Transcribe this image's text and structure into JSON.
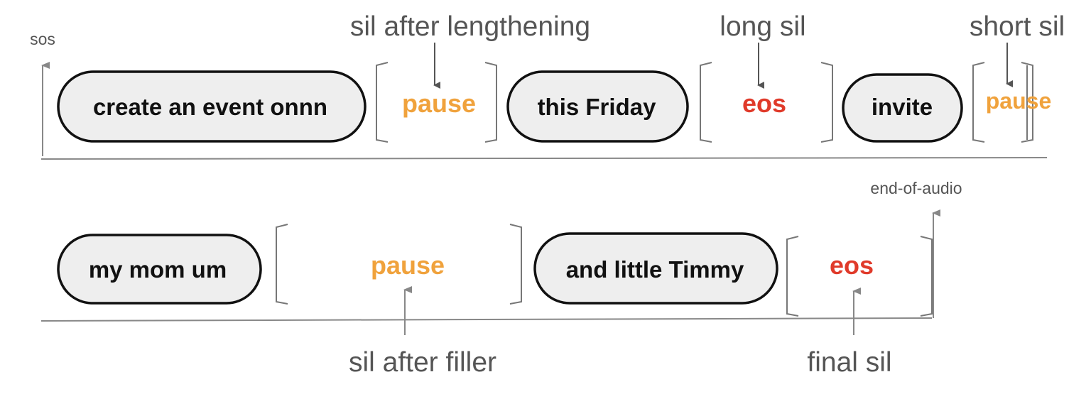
{
  "colors": {
    "pause": "#f0a23c",
    "eos": "#e03a2a",
    "pill_fill": "#eeeeee",
    "annotation": "#555555"
  },
  "labels": {
    "sos": "sos",
    "end_of_audio": "end-of-audio"
  },
  "row1": {
    "segments": [
      {
        "kind": "speech",
        "text": "create an event onnn"
      },
      {
        "kind": "silence",
        "token": "pause",
        "annotation": "sil after lengthening"
      },
      {
        "kind": "speech",
        "text": "this Friday"
      },
      {
        "kind": "silence",
        "token": "eos",
        "annotation": "long sil"
      },
      {
        "kind": "speech",
        "text": "invite"
      },
      {
        "kind": "silence",
        "token": "pause",
        "annotation": "short sil"
      }
    ]
  },
  "row2": {
    "segments": [
      {
        "kind": "speech",
        "text": "my mom um"
      },
      {
        "kind": "silence",
        "token": "pause",
        "annotation": "sil after filler"
      },
      {
        "kind": "speech",
        "text": "and little Timmy"
      },
      {
        "kind": "silence",
        "token": "eos",
        "annotation": "final sil"
      }
    ]
  }
}
